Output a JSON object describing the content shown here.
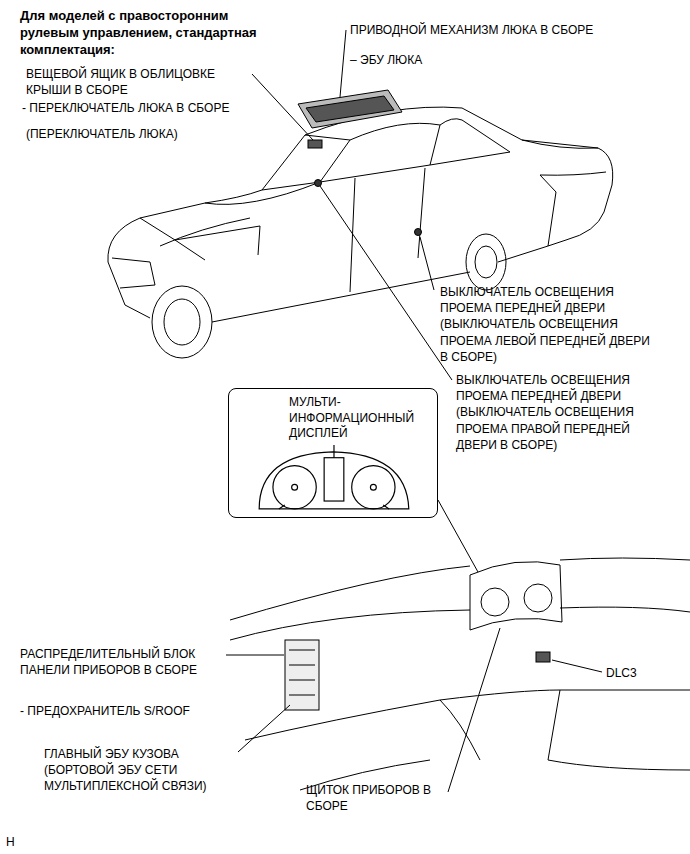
{
  "diagram": {
    "title": "Для моделей с правосторонним рулевым управлением, стандартная комплектация:",
    "nodes": [
      {
        "text": [
          "МУЛЬТИ- ИНФОРМАЦИОННЫЙ ДИСПЛЕЙ"
        ]
      }
    ],
    "labels": [
      "ВЕЩЕВОЙ ЯЩИК В ОБЛИЦОВКЕ КРЫШИ В СБОРЕ",
      "- ПЕРЕКЛЮЧАТЕЛЬ ЛЮКА В СБОРЕ",
      "(ПЕРЕКЛЮЧАТЕЛЬ ЛЮКА)",
      "ПРИВОДНОЙ МЕХАНИЗМ ЛЮКА В СБОРЕ",
      "– ЭБУ ЛЮКА",
      "ВЫКЛЮЧАТЕЛЬ ОСВЕЩЕНИЯ ПРОЕМА ПЕРЕДНЕЙ ДВЕРИ (ВЫКЛЮЧАТЕЛЬ ОСВЕЩЕНИЯ ПРОЕМА ЛЕВОЙ ПЕРЕДНЕЙ ДВЕРИ В СБОРЕ)",
      "ВЫКЛЮЧАТЕЛЬ ОСВЕЩЕНИЯ ПРОЕМА ПЕРЕДНЕЙ ДВЕРИ (ВЫКЛЮЧАТЕЛЬ ОСВЕЩЕНИЯ ПРОЕМА ПРАВОЙ ПЕРЕДНЕЙ ДВЕРИ В СБОРЕ)",
      "РАСПРЕДЕЛИТЕЛЬНЫЙ БЛОК ПАНЕЛИ ПРИБОРОВ В СБОРЕ",
      "- ПРЕДОХРАНИТЕЛЬ S/ROOF",
      "DLC3",
      "ГЛАВНЫЙ ЭБУ КУЗОВА (БОРТОВОЙ ЭБУ СЕТИ МУЛЬТИПЛЕКСНОЙ СВЯЗИ)",
      "ЩИТОК ПРИБОРОВ В СБОРЕ",
      "H"
    ]
  }
}
